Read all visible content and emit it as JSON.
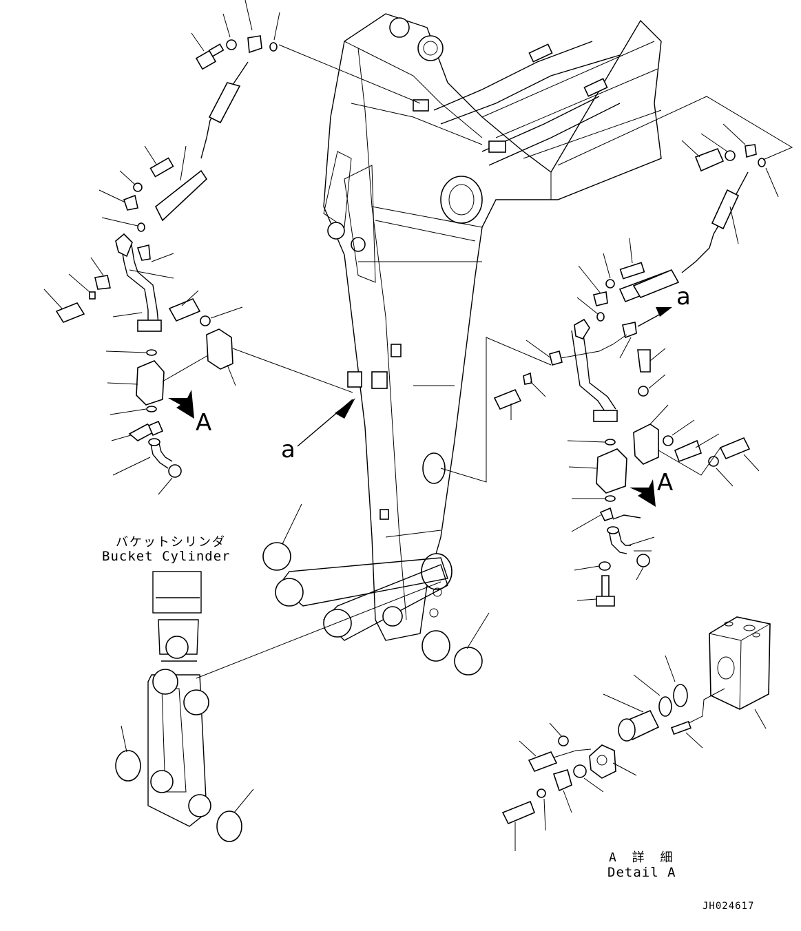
{
  "labels": {
    "bucket_cylinder_jp": "バケットシリンダ",
    "bucket_cylinder_en": "Bucket Cylinder",
    "detail_jp": "A 詳 細",
    "detail_en": "Detail A",
    "figure_id": "JH024617"
  },
  "callouts": {
    "view_a_left": "A",
    "view_a_right": "A",
    "ref_a_left": "a",
    "ref_a_right": "a"
  }
}
